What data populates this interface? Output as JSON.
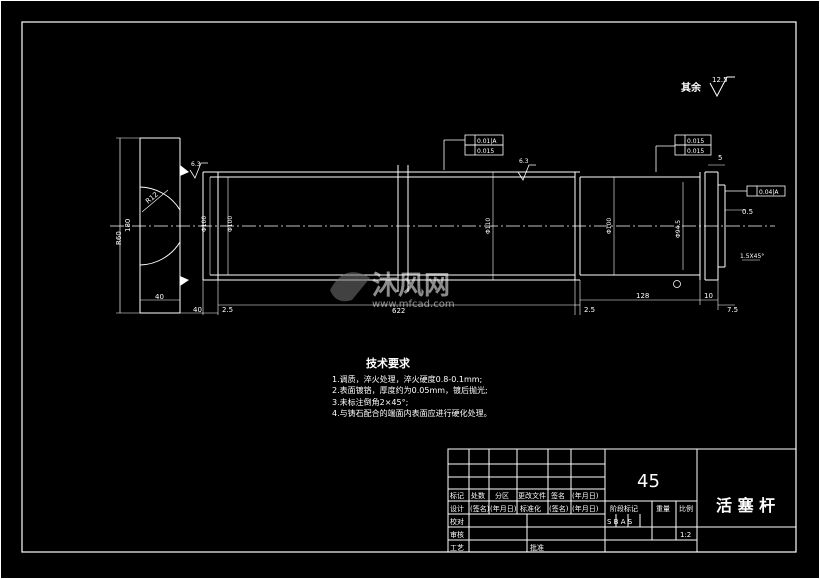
{
  "drawing": {
    "surface_roughness_note": "其余",
    "roughness_main": "12.5",
    "dims": {
      "dia_flange": "R60",
      "dia_180": "180",
      "r_12": "R12",
      "flange_len": "40",
      "len_40": "40",
      "len_2_5_left": "2.5",
      "len_total": "622",
      "len_2_5_right": "2.5",
      "len_128": "128",
      "len_10": "10",
      "len_7_5": "7.5",
      "len_5": "5",
      "len_0_5": "0.5",
      "dia_100a": "Φ100",
      "dia_100b": "Φ100",
      "dia_110": "Φ110",
      "dia_100c": "Φ100",
      "dia_94_5": "Φ94.5",
      "roughness_left": "6.3",
      "roughness_mid": "6.3",
      "chamfer": "1.5X45°"
    },
    "tolerances": {
      "left_frame_1": "0.01|A",
      "left_frame_2": "0.015",
      "right_frame_1": "0.015",
      "right_frame_2": "0.015",
      "datum": "0.04|A"
    }
  },
  "watermark": {
    "text": "沐风网",
    "url": "www.mfcad.com"
  },
  "notes": {
    "title": "技术要求",
    "items": [
      "1.调质，淬火处理，淬火硬度0.8-0.1mm;",
      "2.表面镀铬，厚度约为0.05mm，镀后抛光;",
      "3.未标注倒角2×45°;",
      "4.与铸石配合的端面内表面应进行硬化处理。"
    ]
  },
  "titleblock": {
    "material": "45",
    "part_name": "活 塞 杆",
    "labels": {
      "mark": "标记",
      "count": "处数",
      "zone": "分区",
      "doc_no": "更改文件",
      "sign": "签名",
      "date": "(年月日)",
      "design": "设计",
      "signed": "(签名)",
      "date2": "(年月日)",
      "std": "标准化",
      "signed2": "(签名)",
      "date3": "(年月日)",
      "stage_mark": "阶段标记",
      "weight": "重量",
      "scale": "比例",
      "proofread": "校对",
      "review": "审核",
      "process": "工艺",
      "approve": "批准",
      "stage_letters": "S B A S",
      "scale_val": "1:2"
    }
  }
}
